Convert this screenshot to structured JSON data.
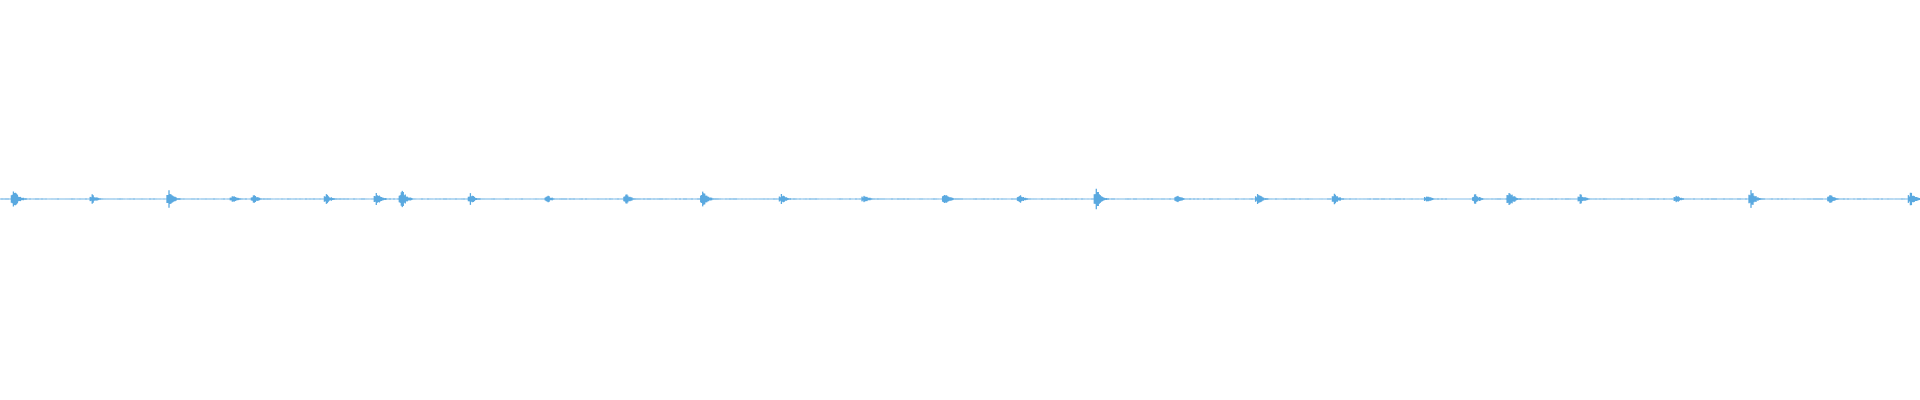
{
  "waveform": {
    "color": "#5aa9e0",
    "background": "#ffffff",
    "baseline_amplitude": 0.06,
    "transients": [
      {
        "time": 0.007,
        "amplitude": 1.0
      },
      {
        "time": 0.048,
        "amplitude": 0.45
      },
      {
        "time": 0.088,
        "amplitude": 0.85
      },
      {
        "time": 0.121,
        "amplitude": 0.4
      },
      {
        "time": 0.132,
        "amplitude": 0.45
      },
      {
        "time": 0.17,
        "amplitude": 0.5
      },
      {
        "time": 0.196,
        "amplitude": 0.7
      },
      {
        "time": 0.209,
        "amplitude": 1.0
      },
      {
        "time": 0.245,
        "amplitude": 0.55
      },
      {
        "time": 0.285,
        "amplitude": 0.4
      },
      {
        "time": 0.326,
        "amplitude": 0.55
      },
      {
        "time": 0.366,
        "amplitude": 0.85
      },
      {
        "time": 0.407,
        "amplitude": 0.55
      },
      {
        "time": 0.45,
        "amplitude": 0.45
      },
      {
        "time": 0.492,
        "amplitude": 0.65
      },
      {
        "time": 0.531,
        "amplitude": 0.45
      },
      {
        "time": 0.571,
        "amplitude": 1.0
      },
      {
        "time": 0.613,
        "amplitude": 0.45
      },
      {
        "time": 0.655,
        "amplitude": 0.6
      },
      {
        "time": 0.695,
        "amplitude": 0.55
      },
      {
        "time": 0.743,
        "amplitude": 0.4
      },
      {
        "time": 0.768,
        "amplitude": 0.55
      },
      {
        "time": 0.786,
        "amplitude": 0.85
      },
      {
        "time": 0.823,
        "amplitude": 0.5
      },
      {
        "time": 0.873,
        "amplitude": 0.4
      },
      {
        "time": 0.912,
        "amplitude": 0.85
      },
      {
        "time": 0.953,
        "amplitude": 0.5
      },
      {
        "time": 0.995,
        "amplitude": 0.75
      }
    ],
    "gaps": [
      {
        "start": 0.755,
        "end": 0.765
      }
    ]
  }
}
